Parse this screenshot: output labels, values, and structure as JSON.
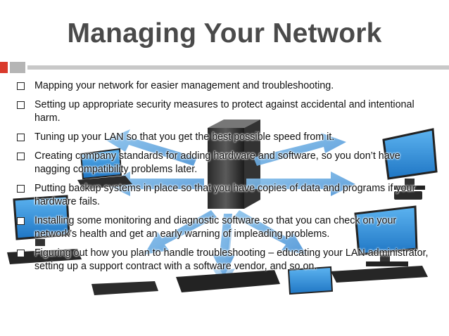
{
  "slide": {
    "title": "Managing Your Network",
    "bullets": [
      "Mapping your network for easier management and troubleshooting.",
      "Setting up appropriate security measures to protect against accidental and intentional harm.",
      "Tuning up your LAN so that you get the best possible speed from it.",
      "Creating company standards for adding hardware and software, so you don’t have nagging compatibility problems later.",
      "Putting backup systems in place so that you have copies of data and programs if your hardware fails.",
      "Installing some monitoring and diagnostic software so that you can check on your network’s health and get an early warning of impleading problems.",
      "Figuring out how you plan to handle troubleshooting – educating your LAN administrator, setting up a support contract with a software vendor, and so on."
    ],
    "bullet_icon": "checkbox-square",
    "background_image": "network-diagram-illustration"
  },
  "colors": {
    "title": "#4a4a4a",
    "accent_red": "#d93a2b",
    "accent_gray": "#b5b5b5",
    "rule_gray": "#c8c8c8",
    "arrow_blue": "#5ea6e0",
    "screen_blue": "#2f8fd8",
    "text": "#111111"
  }
}
